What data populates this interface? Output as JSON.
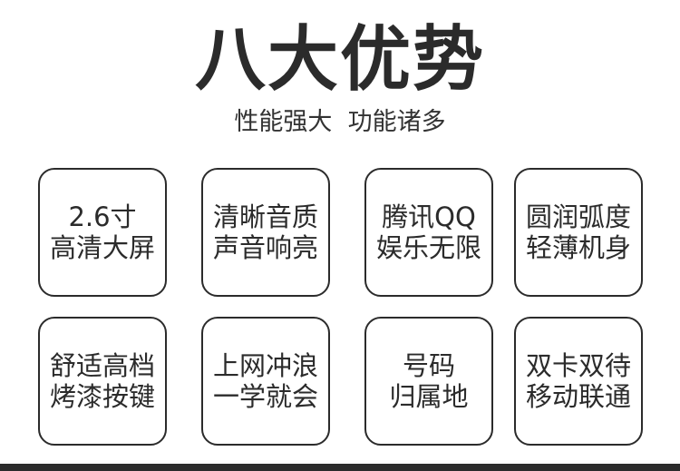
{
  "header": {
    "title": "八大优势",
    "subtitle": "性能强大  功能诸多"
  },
  "cards": [
    {
      "line1": "2.6寸",
      "line2": "高清大屏"
    },
    {
      "line1": "清晰音质",
      "line2": "声音响亮"
    },
    {
      "line1": "腾讯QQ",
      "line2": "娱乐无限"
    },
    {
      "line1": "圆润弧度",
      "line2": "轻薄机身"
    },
    {
      "line1": "舒适高档",
      "line2": "烤漆按键"
    },
    {
      "line1": "上网冲浪",
      "line2": "一学就会"
    },
    {
      "line1": "号码",
      "line2": "归属地"
    },
    {
      "line1": "双卡双待",
      "line2": "移动联通"
    }
  ],
  "colors": {
    "text": "#2b2b2b",
    "border": "#2b2b2b",
    "background": "#ffffff"
  }
}
